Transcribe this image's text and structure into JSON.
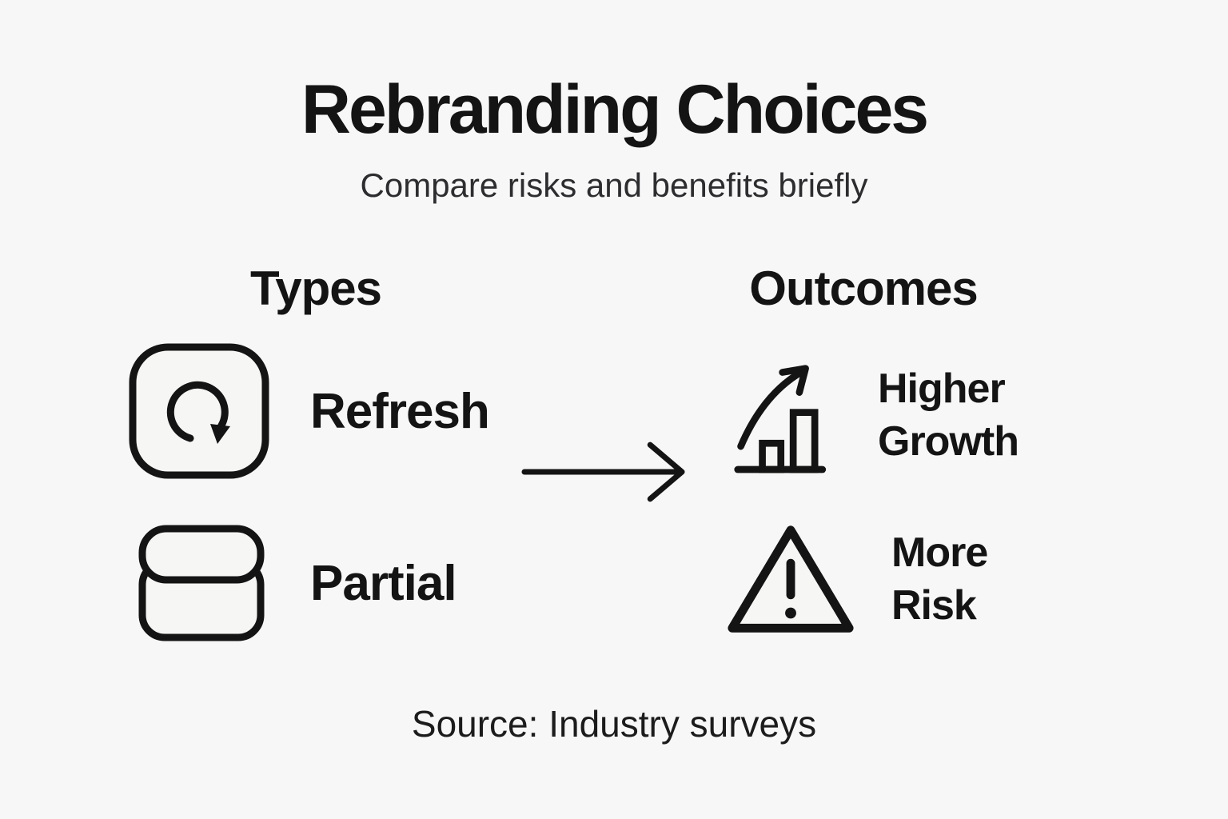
{
  "header": {
    "title": "Rebranding Choices",
    "subtitle": "Compare risks and benefits briefly"
  },
  "types": {
    "heading": "Types",
    "items": [
      {
        "label": "Refresh",
        "icon": "refresh-icon"
      },
      {
        "label": "Partial",
        "icon": "layers-icon"
      }
    ]
  },
  "outcomes": {
    "heading": "Outcomes",
    "items": [
      {
        "label": "Higher Growth",
        "icon": "growth-chart-icon"
      },
      {
        "label": "More Risk",
        "icon": "warning-triangle-icon"
      }
    ]
  },
  "connector": {
    "icon": "flow-arrow-icon"
  },
  "footer": {
    "source": "Source: Industry surveys"
  },
  "colors": {
    "background": "#f7f7f8",
    "ink": "#141414"
  }
}
